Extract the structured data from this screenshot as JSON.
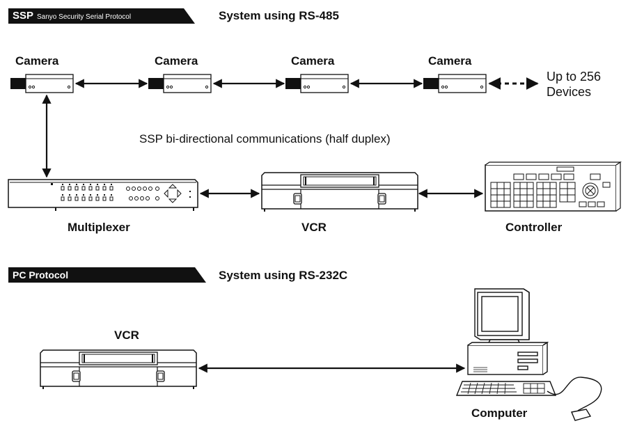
{
  "ssp_section": {
    "tag_abbrev": "SSP",
    "tag_full": "Sanyo Security Serial Protocol",
    "heading": "System using RS-485",
    "camera_label": "Camera",
    "devices_note_line1": "Up to 256",
    "devices_note_line2": "Devices",
    "comm_note": "SSP bi-directional communications (half duplex)",
    "multiplexer_label": "Multiplexer",
    "vcr_label": "VCR",
    "controller_label": "Controller"
  },
  "pc_section": {
    "tag": "PC Protocol",
    "heading": "System using RS-232C",
    "vcr_label": "VCR",
    "computer_label": "Computer"
  },
  "colors": {
    "ink": "#111111",
    "paper": "#ffffff"
  }
}
